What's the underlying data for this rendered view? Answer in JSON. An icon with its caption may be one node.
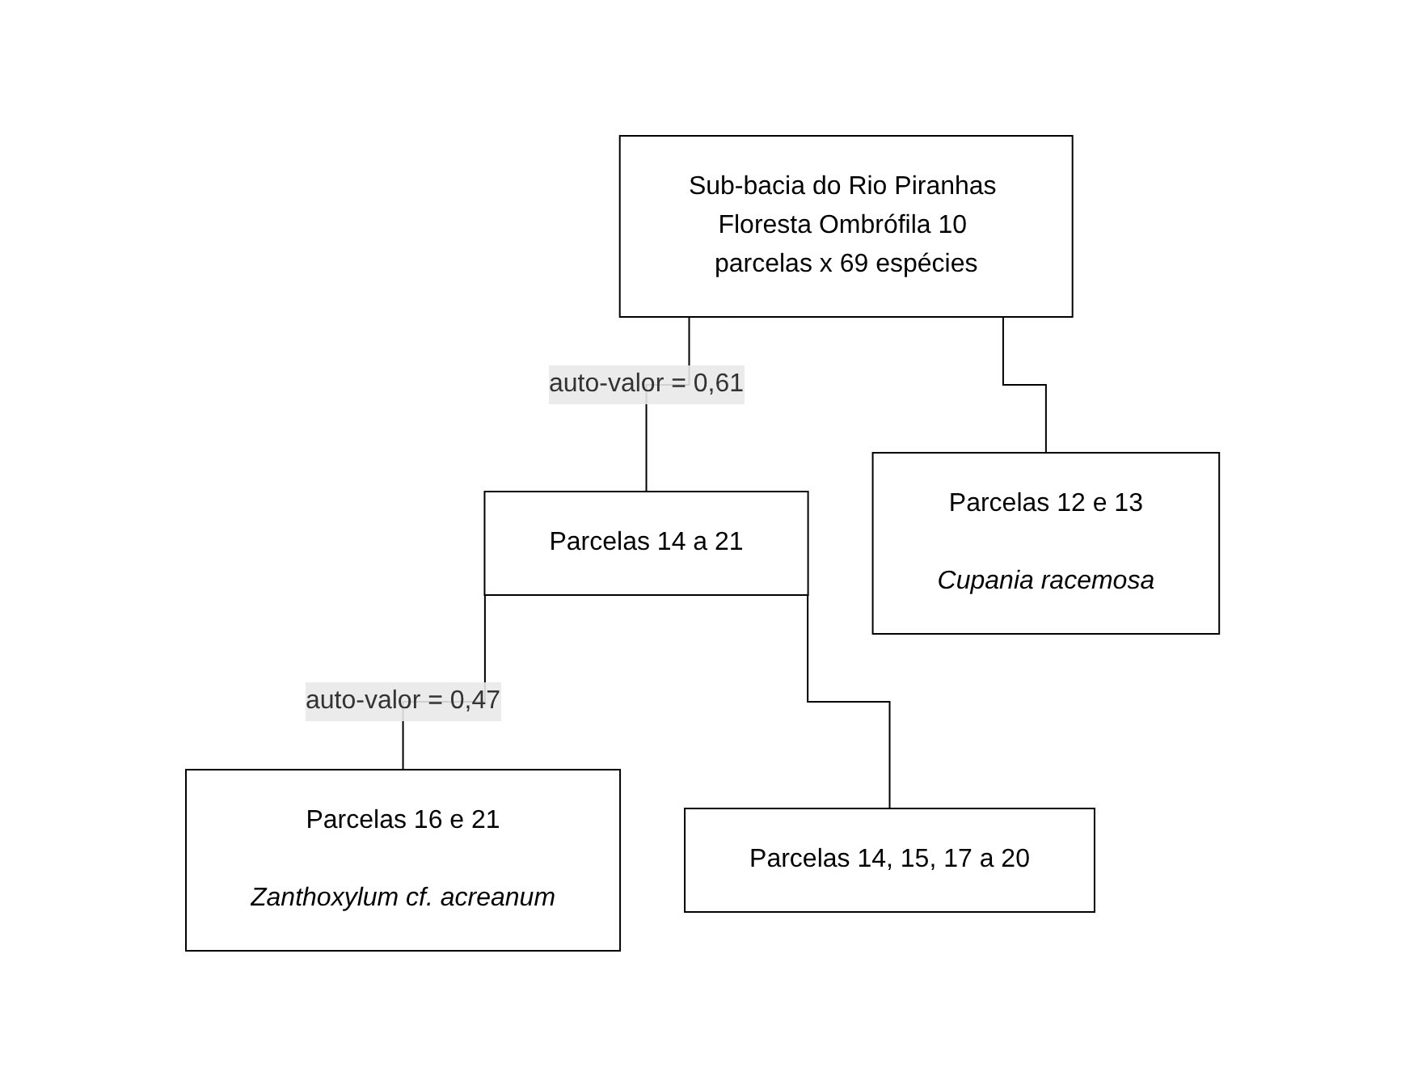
{
  "diagram": {
    "nodes": [
      {
        "text": [
          "Sub-bacia do Rio Piranhas Floresta Ombrófila 10 parcelas x 69 espécies"
        ]
      },
      {
        "text": [
          "Parcelas 14 a 21"
        ]
      },
      {
        "text": [
          "Parcelas 12 e 13",
          "Cupania racemosa"
        ]
      },
      {
        "text": [
          "Parcelas 16 e 21",
          "Zanthoxylum cf. acreanum"
        ]
      },
      {
        "text": [
          "Parcelas 14, 15, 17 a 20"
        ]
      }
    ],
    "edges": [
      {
        "from": 0,
        "to": 1,
        "arrow": "none",
        "label": "auto-valor = 0,61"
      },
      {
        "from": 0,
        "to": 2,
        "arrow": "none"
      },
      {
        "from": 1,
        "to": 3,
        "arrow": "none",
        "label": "auto-valor = 0,47"
      },
      {
        "from": 1,
        "to": 4,
        "arrow": "none"
      }
    ]
  }
}
